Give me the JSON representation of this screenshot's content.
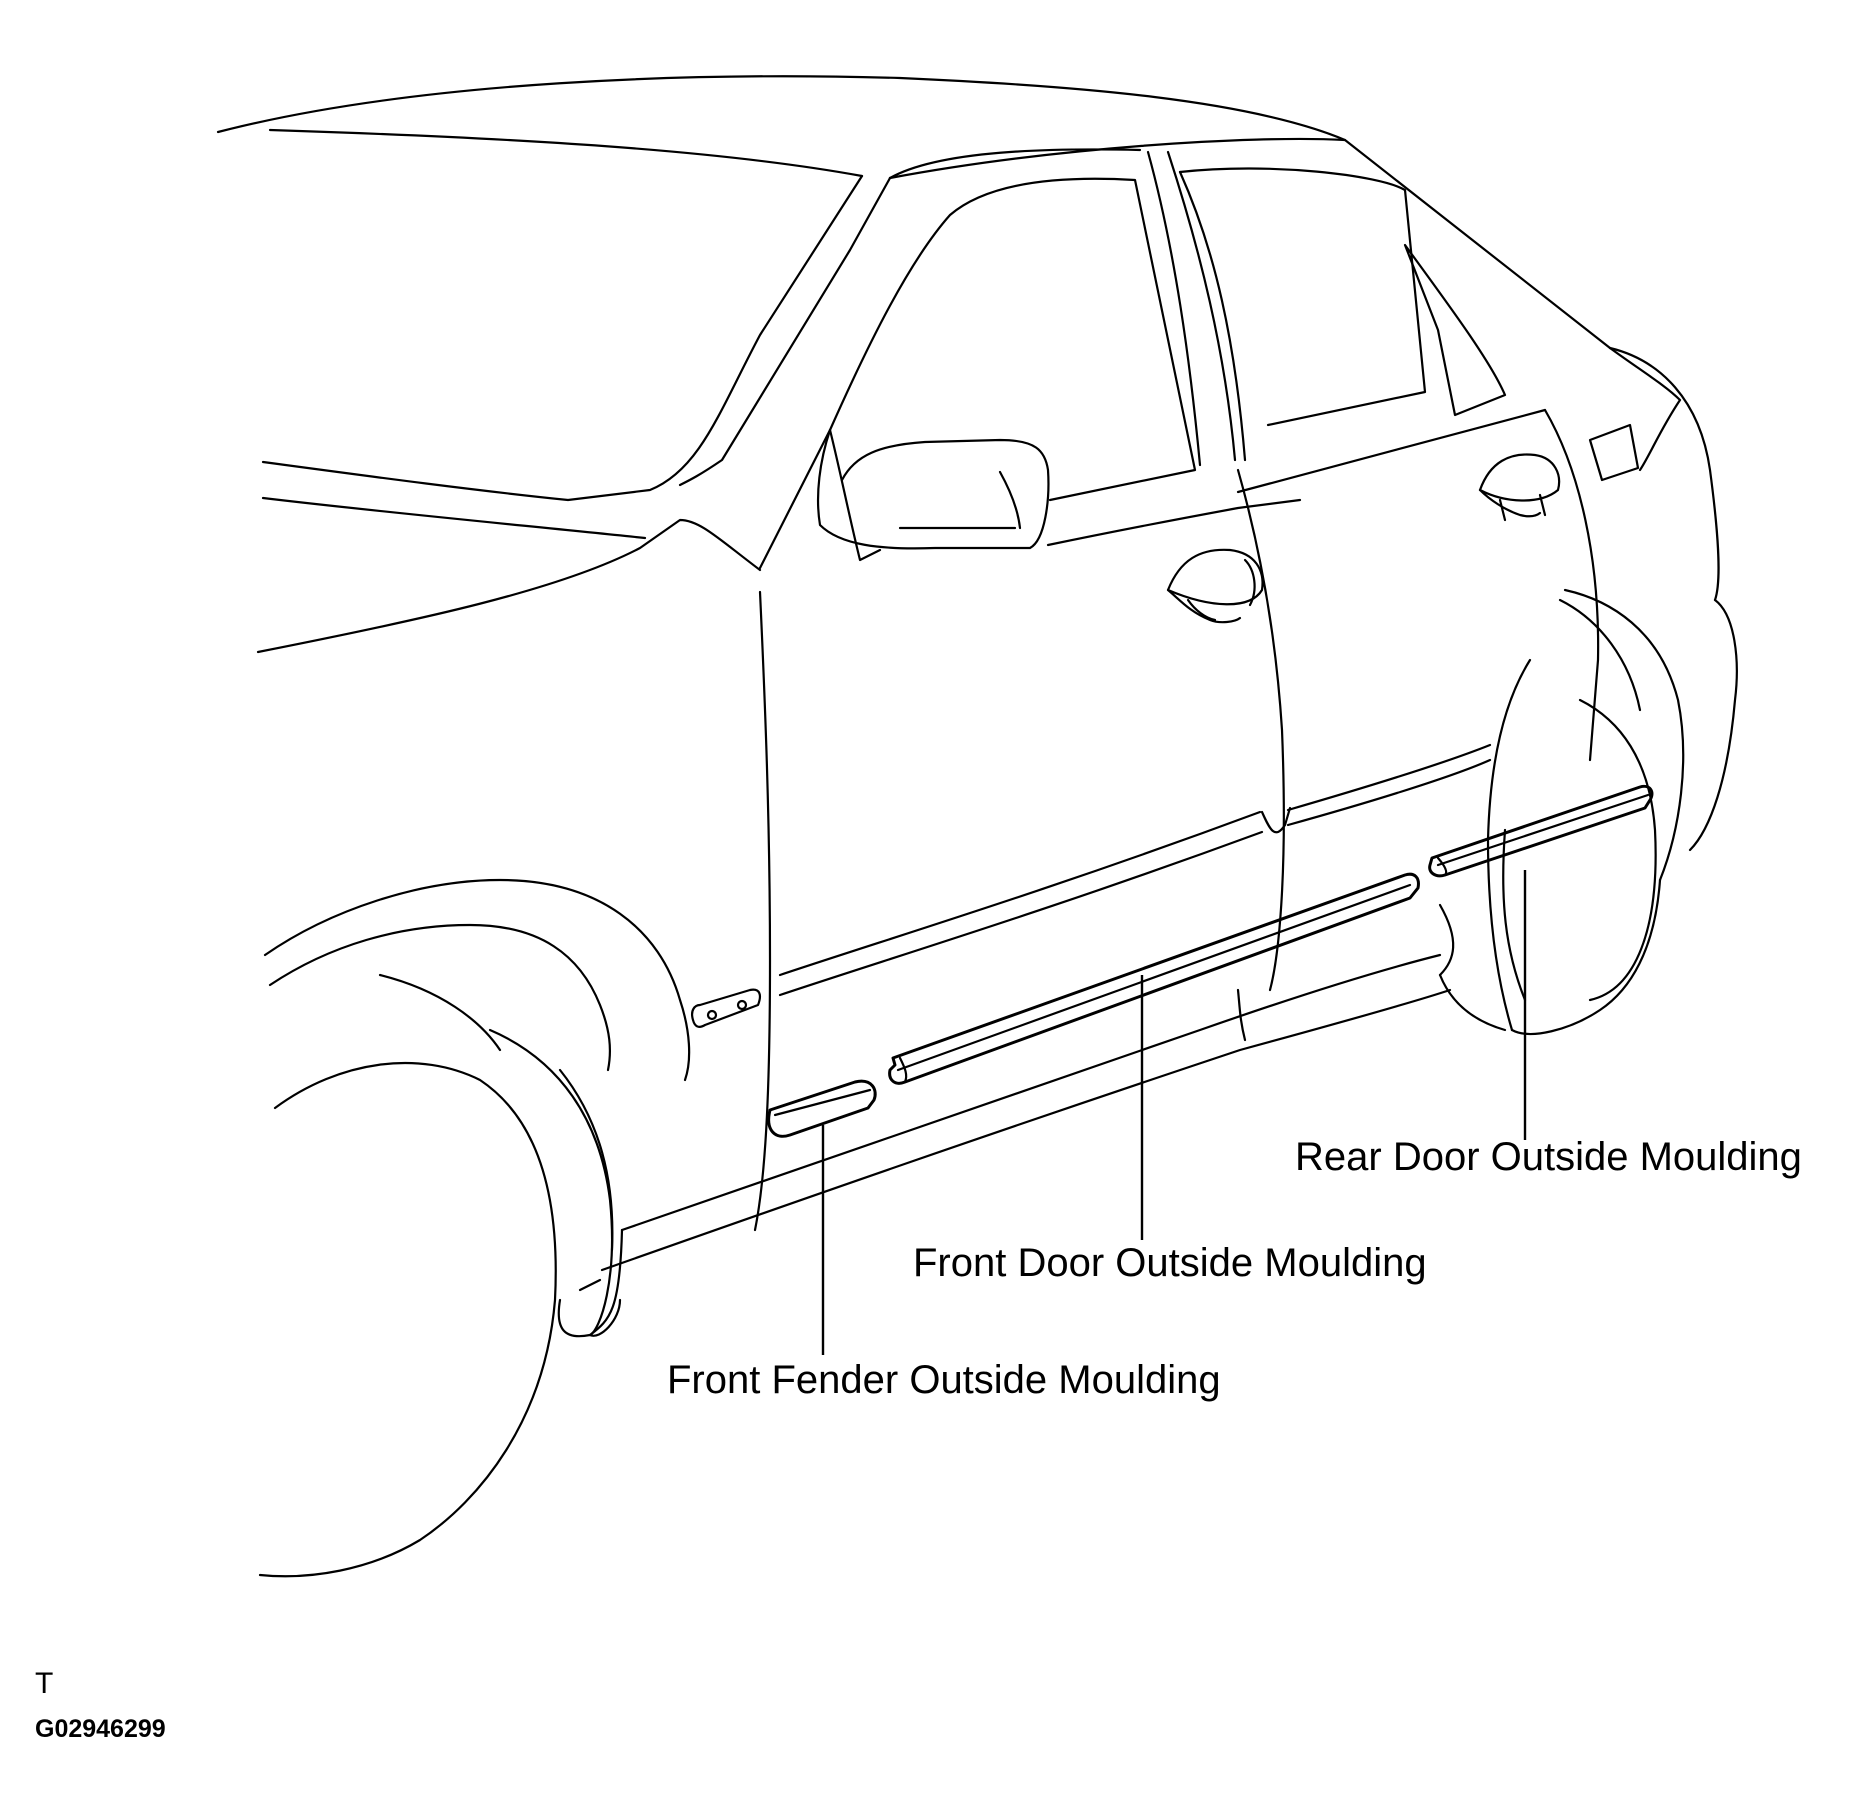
{
  "diagram": {
    "labels": {
      "rear_door": "Rear Door Outside Moulding",
      "front_door": "Front Door Outside Moulding",
      "front_fender": "Front Fender Outside Moulding"
    },
    "mark": "T",
    "figure_code": "G02946299"
  },
  "colors": {
    "line": "#000000",
    "background": "#ffffff"
  }
}
